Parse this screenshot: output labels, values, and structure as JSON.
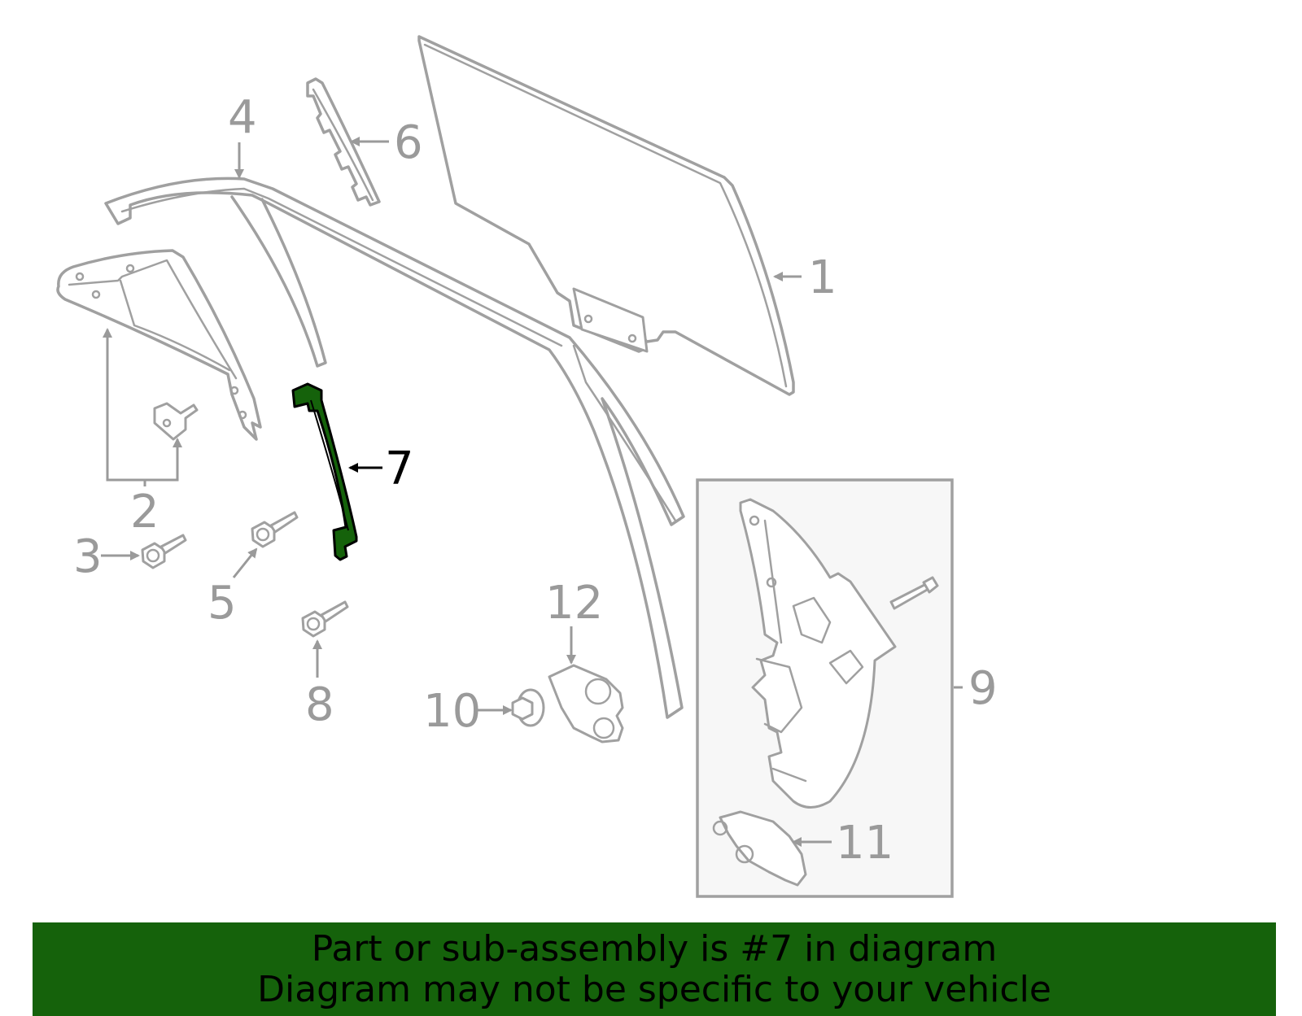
{
  "diagram": {
    "callouts": [
      "1",
      "2",
      "3",
      "4",
      "5",
      "6",
      "7",
      "8",
      "9",
      "10",
      "11",
      "12"
    ],
    "highlighted_part": "7",
    "highlight_color": "#15620b"
  },
  "banner": {
    "line1": "Part or sub-assembly is #7 in diagram",
    "line2": "Diagram may not be specific to your vehicle",
    "background": "#15620b"
  }
}
